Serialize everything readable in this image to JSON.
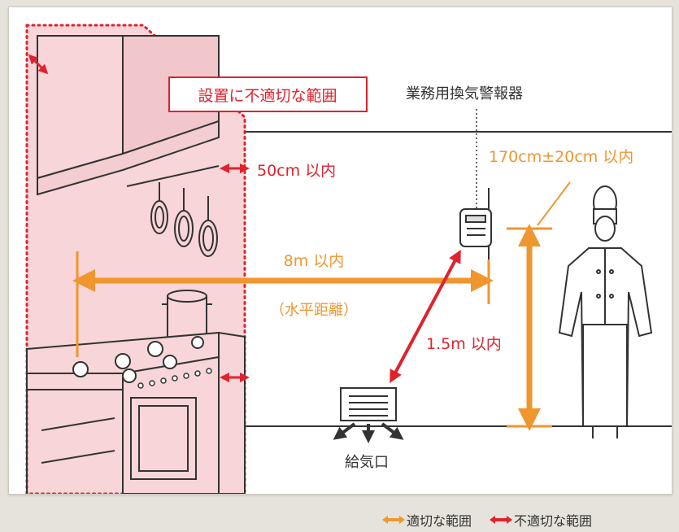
{
  "labels": {
    "inappropriate_range": "設置に不適切な範囲",
    "alarm": "業務用換気警報器",
    "height_range": "170cm±20cm 以内",
    "hood_distance": "50cm 以内",
    "horizontal_distance": "8m 以内",
    "horizontal_note": "（水平距離）",
    "vent_distance": "1.5m 以内",
    "air_inlet": "給気口"
  },
  "legend": {
    "appropriate": "適切な範囲",
    "inappropriate": "不適切な範囲"
  },
  "colors": {
    "appropriate": "#f0962e",
    "inappropriate": "#e0222d",
    "zone_fill": "#f7d5d8",
    "line": "#333333"
  }
}
